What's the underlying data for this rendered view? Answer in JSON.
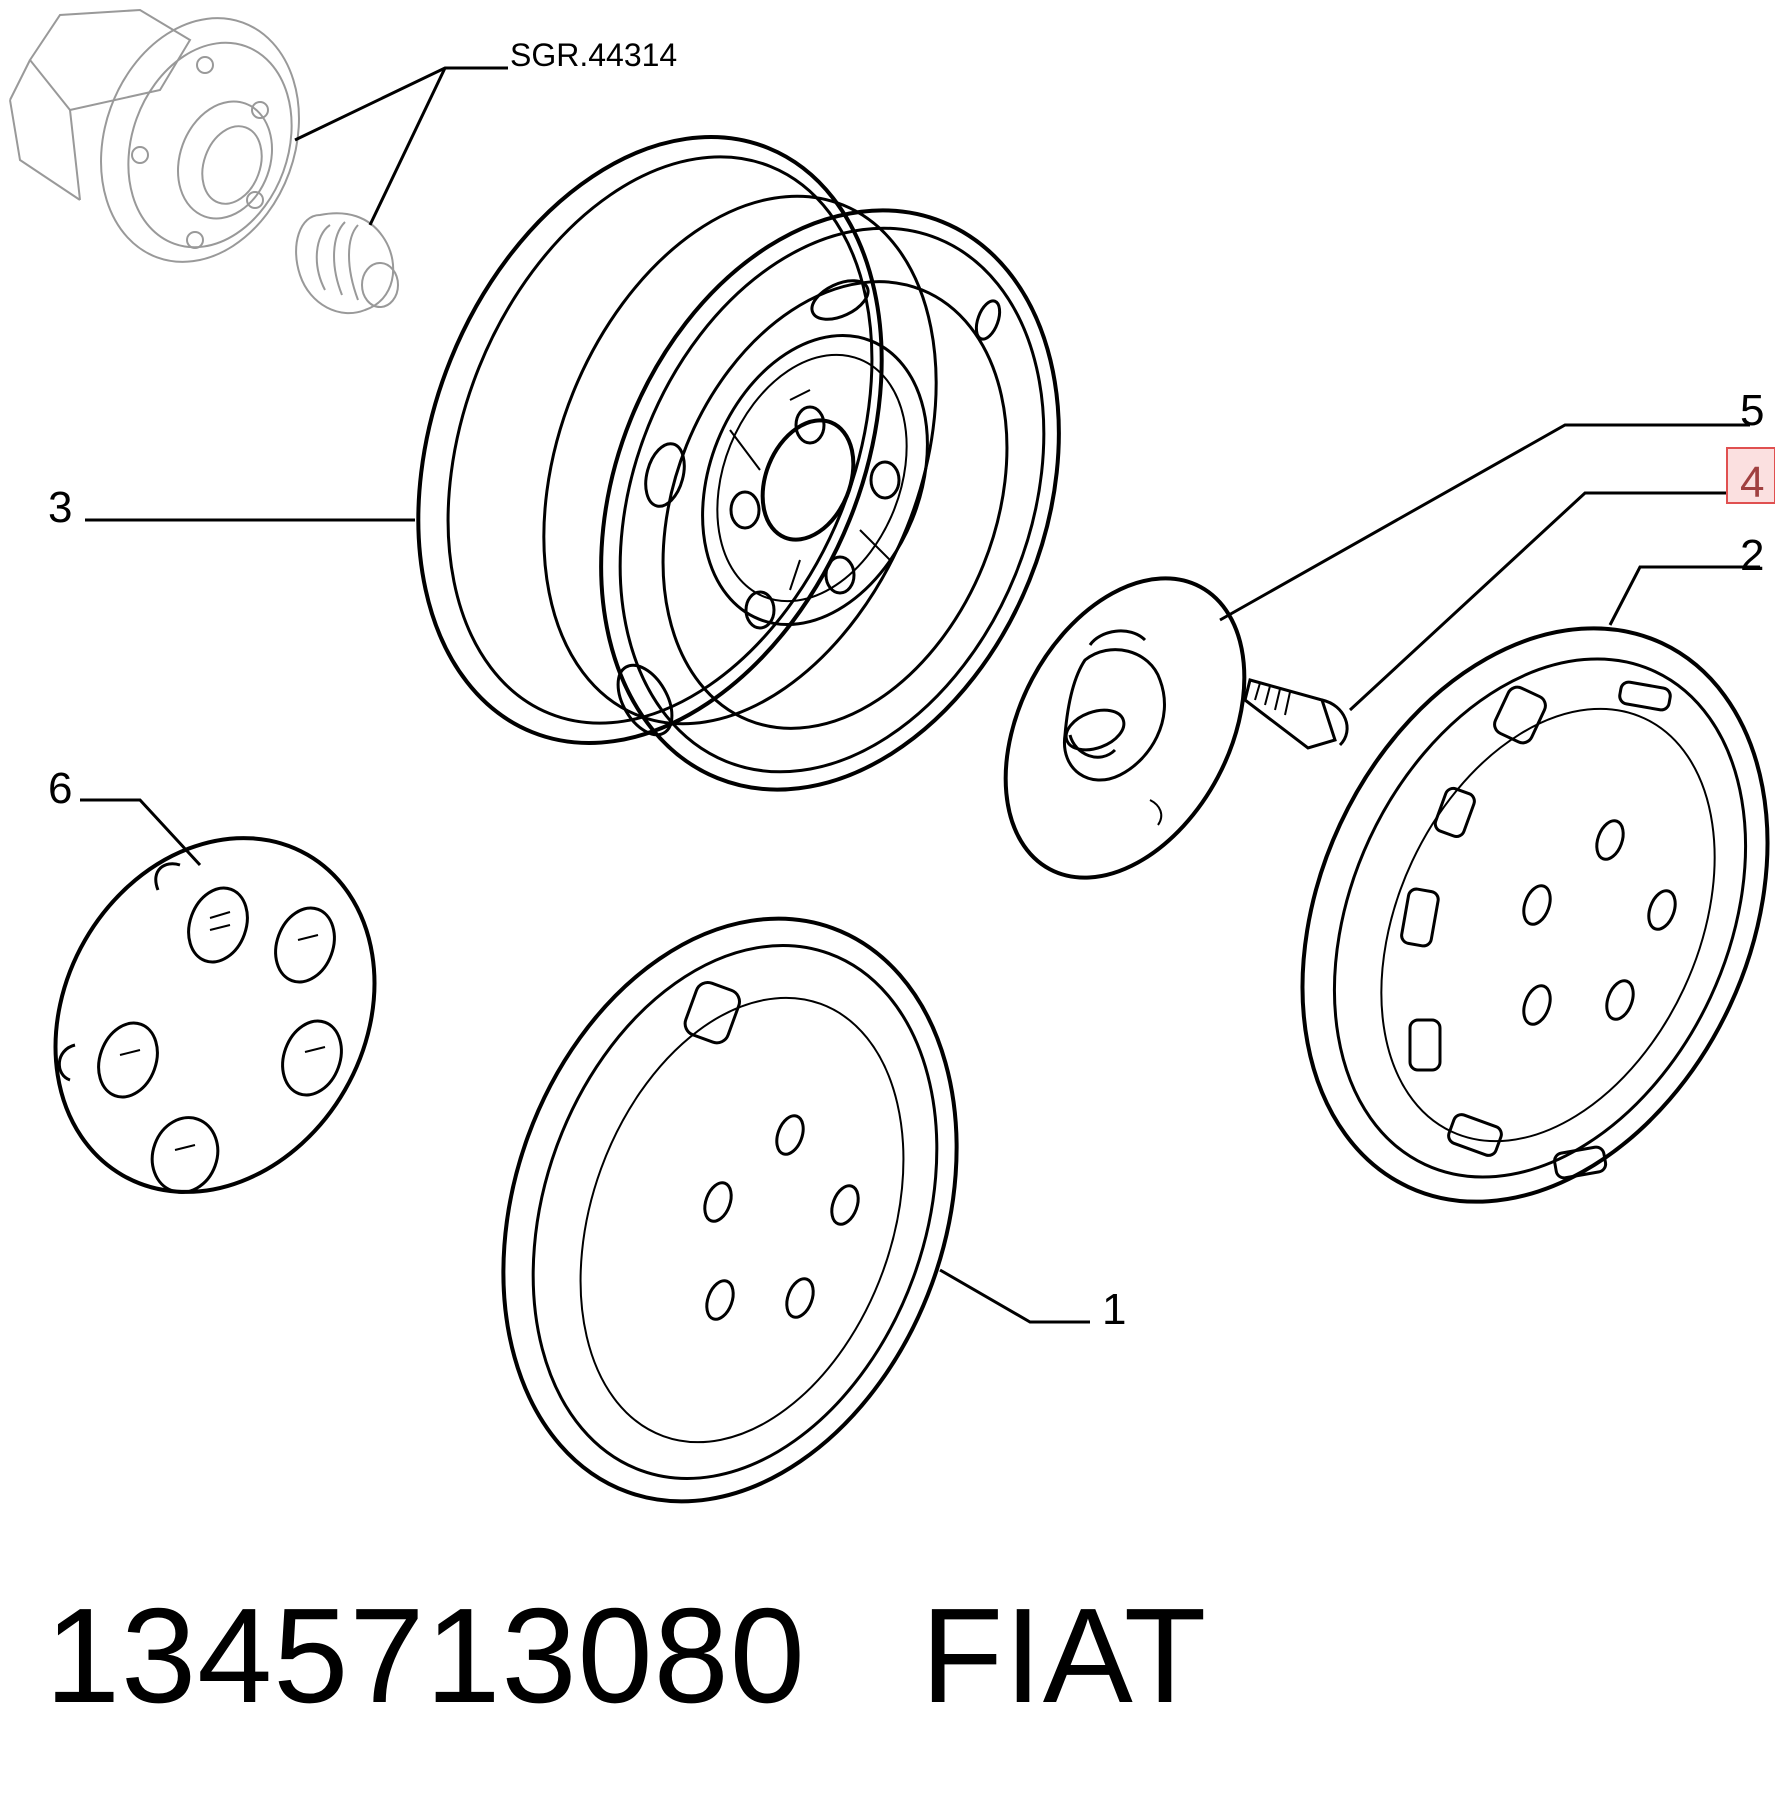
{
  "diagram": {
    "reference_label": "SGR.44314",
    "callouts": [
      {
        "id": "1",
        "text": "1"
      },
      {
        "id": "2",
        "text": "2"
      },
      {
        "id": "3",
        "text": "3"
      },
      {
        "id": "4",
        "text": "4"
      },
      {
        "id": "5",
        "text": "5"
      },
      {
        "id": "6",
        "text": "6"
      }
    ],
    "highlight_color": "#e05050"
  },
  "footer": {
    "part_number": "1345713080",
    "brand": "FIAT"
  }
}
